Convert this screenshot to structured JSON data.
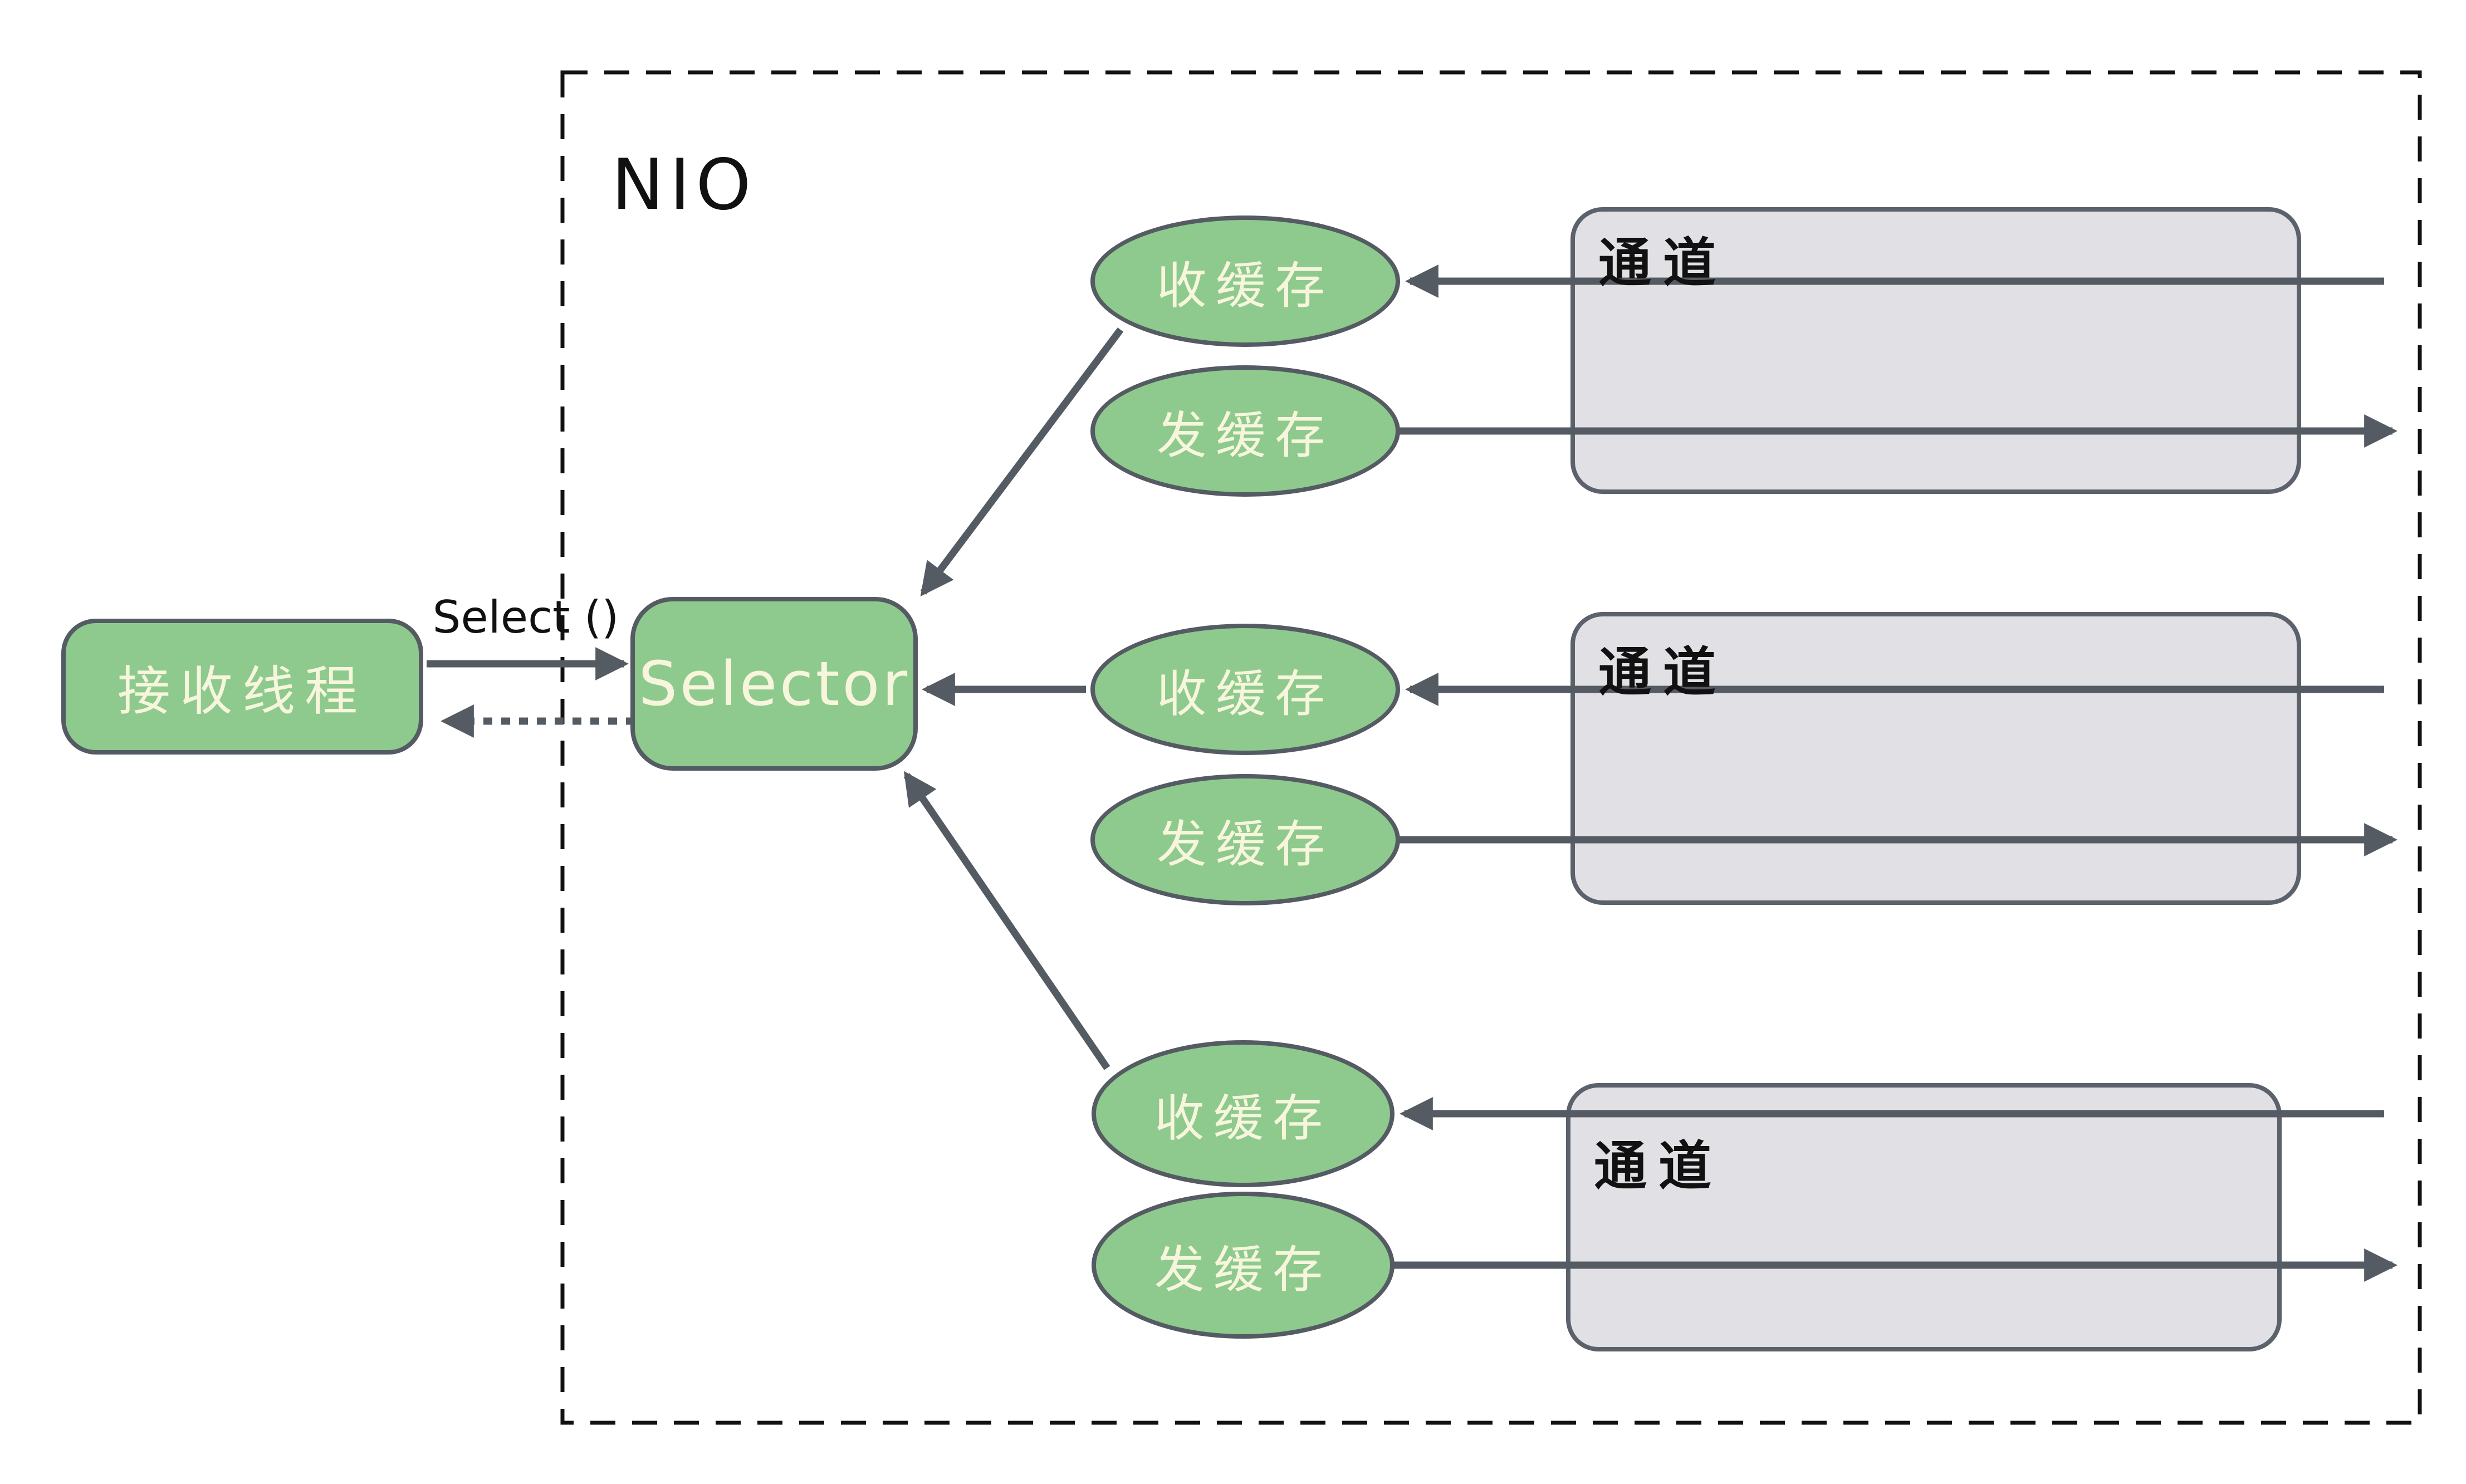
{
  "diagram": {
    "outer_label": "NIO",
    "receiver_thread": {
      "label": "接收线程"
    },
    "select_call_label": "Select ()",
    "selector": {
      "label": "Selector"
    },
    "channels": [
      {
        "channel_label": "通道",
        "recv_buffer_label": "收缓存",
        "send_buffer_label": "发缓存"
      },
      {
        "channel_label": "通道",
        "recv_buffer_label": "收缓存",
        "send_buffer_label": "发缓存"
      },
      {
        "channel_label": "通道",
        "recv_buffer_label": "收缓存",
        "send_buffer_label": "发缓存"
      }
    ],
    "colors": {
      "node_fill": "#8ECA8E",
      "node_stroke": "#555B63",
      "node_text": "#F7F6DC",
      "channel_fill": "#E1E1E5",
      "channel_stroke": "#5C626B",
      "arrow": "#555B63",
      "boundary_dash": "#111111",
      "background": "#FFFFFF"
    }
  }
}
